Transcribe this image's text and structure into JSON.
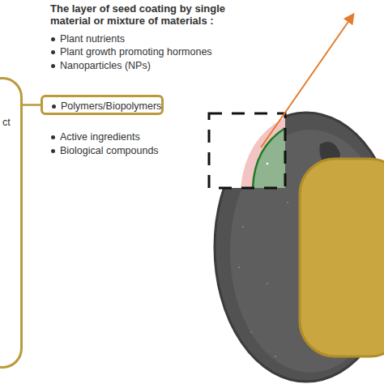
{
  "diagram": {
    "nodes": [
      {
        "text": [
          "ct"
        ]
      },
      {
        "text": [
          "Polymers/Biopolymers"
        ]
      }
    ],
    "edges": [
      {
        "from": 0,
        "to": 1,
        "arrow": "none"
      }
    ],
    "labels": [
      "The layer of seed coating by single material or mixture of materials :",
      "Plant nutrients",
      "Plant growth promoting hormones",
      "Nanoparticles (NPs)",
      "Active ingredients",
      "Biological compounds"
    ]
  }
}
